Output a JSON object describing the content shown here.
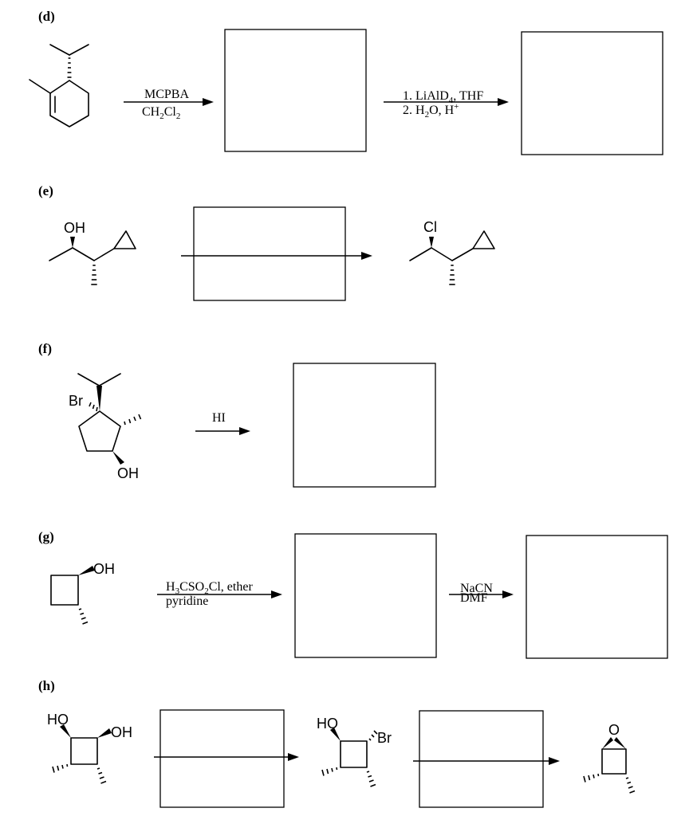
{
  "problems": {
    "d": {
      "label": "(d)",
      "step1_reagent_line1": "MCPBA",
      "step1_reagent_line2_main": "CH",
      "step1_reagent_line2_sub1": "2",
      "step1_reagent_line2_mid": "Cl",
      "step1_reagent_line2_sub2": "2",
      "step2_line1_main": "1. LiAlD",
      "step2_line1_sub": "4",
      "step2_line1_tail": ", THF",
      "step2_line2_main": "2. H",
      "step2_line2_sub": "2",
      "step2_line2_mid": "O, H",
      "step2_line2_sup": "+"
    },
    "e": {
      "label": "(e)",
      "start_group": "OH",
      "product_group": "Cl"
    },
    "f": {
      "label": "(f)",
      "reagent": "HI",
      "sub_br": "Br",
      "sub_oh": "OH"
    },
    "g": {
      "label": "(g)",
      "sub_oh": "OH",
      "step1_line1_a": "H",
      "step1_line1_sub1": "3",
      "step1_line1_b": "CSO",
      "step1_line1_sub2": "2",
      "step1_line1_c": "Cl, ether",
      "step1_line2": "pyridine",
      "step2_line1": "NaCN",
      "step2_line2": "DMF"
    },
    "h": {
      "label": "(h)",
      "start_ho": "HO",
      "start_oh": "OH",
      "mid_ho": "HO",
      "mid_br": "Br",
      "product_o": "O"
    }
  }
}
